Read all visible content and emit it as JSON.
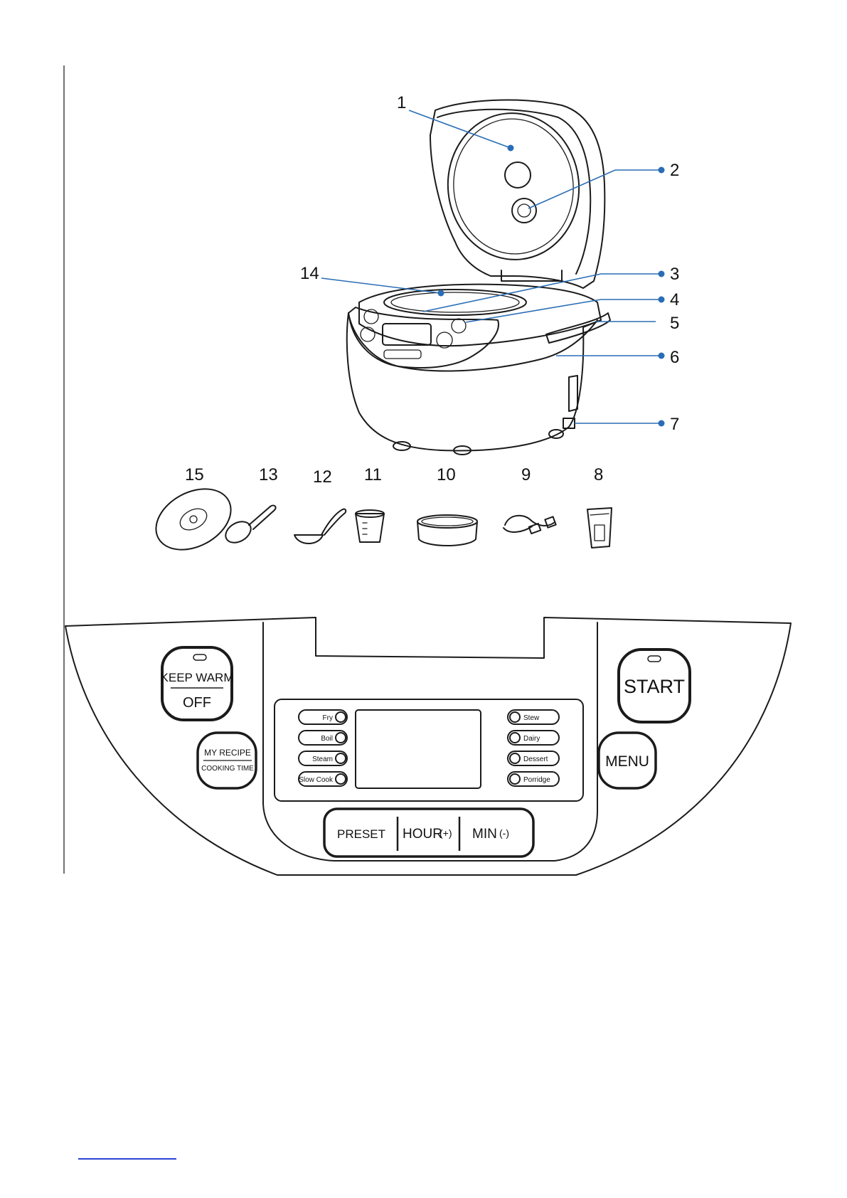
{
  "diagram": {
    "callouts": [
      "1",
      "2",
      "3",
      "4",
      "5",
      "6",
      "7",
      "8",
      "9",
      "10",
      "11",
      "12",
      "13",
      "14",
      "15"
    ]
  },
  "control_panel": {
    "keep_warm_label": "KEEP WARM",
    "off_label": "OFF",
    "my_recipe_label": "MY RECIPE",
    "cooking_time_label": "COOKING TIME",
    "start_label": "START",
    "menu_label": "MENU",
    "left_programs": [
      "Fry",
      "Boil",
      "Steam",
      "Slow Cook"
    ],
    "right_programs": [
      "Stew",
      "Dairy",
      "Dessert",
      "Porridge"
    ],
    "preset_label": "PRESET",
    "hour_label": "HOUR",
    "hour_sign": "(+)",
    "min_label": "MIN",
    "min_sign": "(-)"
  },
  "colors": {
    "callout_line": "#2a6db5",
    "ink": "#1b1b1b",
    "link_underline": "#2b43d6"
  }
}
